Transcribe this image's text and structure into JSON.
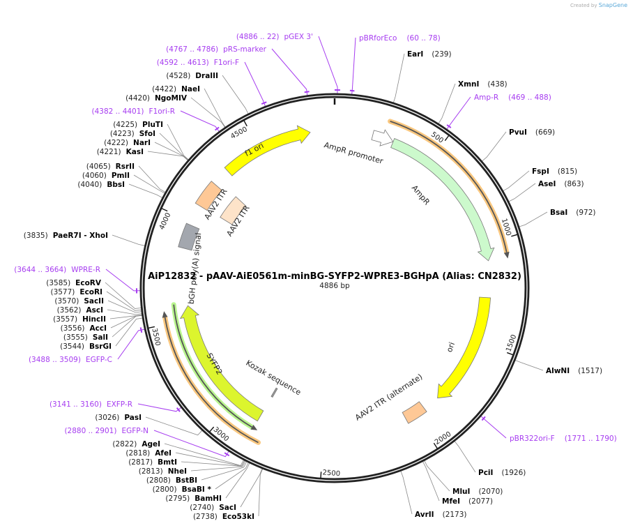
{
  "credit": {
    "prefix": "Created by",
    "brand": "SnapGene"
  },
  "map": {
    "title": "AiP12832 - pAAV-AiE0561m-minBG-SYFP2-WPRE3-BGHpA (Alias: CN2832)",
    "length_label": "4886 bp",
    "length": 4886,
    "tick_labels": [
      "500",
      "1000",
      "1500",
      "2000",
      "2500",
      "3000",
      "3500",
      "4000",
      "4500"
    ]
  },
  "colors": {
    "backbone": "#222222",
    "primer": "#a63cf0",
    "enzyme_line": "#888888"
  },
  "features": [
    {
      "name": "AmpR promoter",
      "start": 190,
      "end": 295,
      "direction": "forward",
      "color": "#ffffff"
    },
    {
      "name": "AmpR",
      "start": 296,
      "end": 1085,
      "direction": "forward",
      "color": "#ccf9cc"
    },
    {
      "name": "ori",
      "start": 1270,
      "end": 1858,
      "direction": "forward",
      "color": "#ffff00"
    },
    {
      "name": "AAV2 ITR (alternate)",
      "start": 1945,
      "end": 2055,
      "direction": "none",
      "color": "#fec896"
    },
    {
      "name": "Kozak sequence",
      "start": 2845,
      "end": 2855,
      "direction": "none",
      "color": "#999999"
    },
    {
      "name": "SYFP2",
      "start": 2852,
      "end": 3572,
      "direction": "forward",
      "color": "#dcf52e"
    },
    {
      "name": "bGH poly(A) signal",
      "start": 3865,
      "end": 3985,
      "direction": "none",
      "color": "#a3a7ae"
    },
    {
      "name": "AAV2 ITR",
      "start": 4090,
      "end": 4220,
      "direction": "none",
      "color": "#fec896"
    },
    {
      "name": "AAV2 ITR",
      "start": 4095,
      "end": 4245,
      "direction": "none",
      "color": "#fde3c9"
    },
    {
      "name": "f1 ori",
      "start": 4310,
      "end": 4765,
      "direction": "forward",
      "color": "#ffff00"
    }
  ],
  "orfs": [
    {
      "start": 250,
      "end": 1090,
      "direction": "forward",
      "color": "#f9c77f"
    },
    {
      "start": 2830,
      "end": 3585,
      "direction": "reverse",
      "color": "#b9f58f"
    },
    {
      "start": 2800,
      "end": 3560,
      "direction": "forward",
      "color": "#f9c77f"
    }
  ],
  "primers": [
    {
      "name": "pGEX 3'",
      "range": "(4886 .. 22)",
      "start": 4886,
      "end": 22
    },
    {
      "name": "pRS-marker",
      "range": "(4767 .. 4786)",
      "start": 4767,
      "end": 4786
    },
    {
      "name": "F1ori-F",
      "range": "(4592 .. 4613)",
      "start": 4592,
      "end": 4613
    },
    {
      "name": "F1ori-R",
      "range": "(4382 .. 4401)",
      "start": 4382,
      "end": 4401
    },
    {
      "name": "WPRE-R",
      "range": "(3644 .. 3664)",
      "start": 3644,
      "end": 3664
    },
    {
      "name": "EGFP-C",
      "range": "(3488 .. 3509)",
      "start": 3488,
      "end": 3509
    },
    {
      "name": "EXFP-R",
      "range": "(3141 .. 3160)",
      "start": 3141,
      "end": 3160
    },
    {
      "name": "EGFP-N",
      "range": "(2880 .. 2901)",
      "start": 2880,
      "end": 2901
    },
    {
      "name": "pBRforEco",
      "range": "(60 .. 78)",
      "start": 60,
      "end": 78
    },
    {
      "name": "Amp-R",
      "range": "(469 .. 488)",
      "start": 469,
      "end": 488
    },
    {
      "name": "pBR322ori-F",
      "range": "(1771 .. 1790)",
      "start": 1771,
      "end": 1790
    }
  ],
  "enzymes": [
    {
      "name": "DraIII",
      "pos": 4528
    },
    {
      "name": "NaeI",
      "pos": 4422
    },
    {
      "name": "NgoMIV",
      "pos": 4420
    },
    {
      "name": "PluTI",
      "pos": 4225
    },
    {
      "name": "SfoI",
      "pos": 4223
    },
    {
      "name": "NarI",
      "pos": 4222
    },
    {
      "name": "KasI",
      "pos": 4221
    },
    {
      "name": "RsrII",
      "pos": 4065
    },
    {
      "name": "PmlI",
      "pos": 4060
    },
    {
      "name": "BbsI",
      "pos": 4040
    },
    {
      "name": "PaeR7I  - XhoI",
      "pos": 3835
    },
    {
      "name": "EcoRV",
      "pos": 3585
    },
    {
      "name": "EcoRI",
      "pos": 3577
    },
    {
      "name": "SacII",
      "pos": 3570
    },
    {
      "name": "AscI",
      "pos": 3562
    },
    {
      "name": "HincII",
      "pos": 3557
    },
    {
      "name": "AccI",
      "pos": 3556
    },
    {
      "name": "SalI",
      "pos": 3555
    },
    {
      "name": "BsrGI",
      "pos": 3544
    },
    {
      "name": "PasI",
      "pos": 3026
    },
    {
      "name": "AgeI",
      "pos": 2822
    },
    {
      "name": "AfeI",
      "pos": 2818
    },
    {
      "name": "BmtI",
      "pos": 2817
    },
    {
      "name": "NheI",
      "pos": 2813
    },
    {
      "name": "BstBI",
      "pos": 2808
    },
    {
      "name": "BsaBI *",
      "pos": 2800
    },
    {
      "name": "BamHI",
      "pos": 2795
    },
    {
      "name": "SacI",
      "pos": 2740
    },
    {
      "name": "Eco53kI",
      "pos": 2738
    },
    {
      "name": "EarI",
      "pos": 239
    },
    {
      "name": "XmnI",
      "pos": 438
    },
    {
      "name": "PvuI",
      "pos": 669
    },
    {
      "name": "FspI",
      "pos": 815
    },
    {
      "name": "AseI",
      "pos": 863
    },
    {
      "name": "BsaI",
      "pos": 972
    },
    {
      "name": "AlwNI",
      "pos": 1517
    },
    {
      "name": "PciI",
      "pos": 1926
    },
    {
      "name": "MluI",
      "pos": 2070
    },
    {
      "name": "MfeI",
      "pos": 2077
    },
    {
      "name": "AvrII",
      "pos": 2173
    }
  ]
}
